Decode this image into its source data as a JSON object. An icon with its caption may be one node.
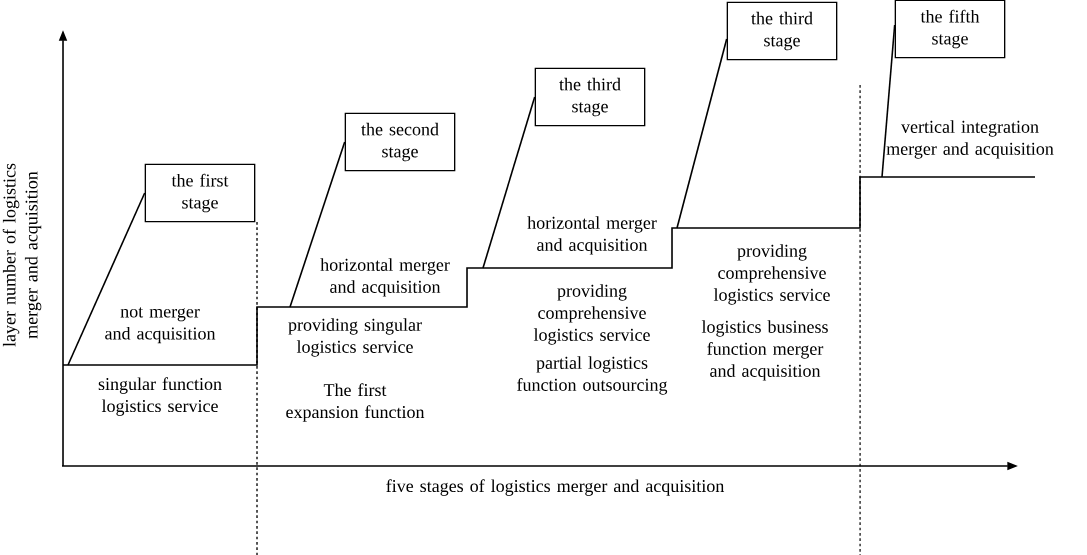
{
  "diagram": {
    "nodes": [
      {
        "text": [
          "the first stage"
        ]
      },
      {
        "text": [
          "the second stage"
        ]
      },
      {
        "text": [
          "the third stage"
        ]
      },
      {
        "text": [
          "the third stage"
        ]
      },
      {
        "text": [
          "the fifth stage"
        ]
      }
    ],
    "edges": [
      {
        "from": 0,
        "to": null,
        "arrow": "none"
      },
      {
        "from": 1,
        "to": null,
        "arrow": "none"
      },
      {
        "from": 2,
        "to": null,
        "arrow": "none"
      },
      {
        "from": 3,
        "to": null,
        "arrow": "none"
      },
      {
        "from": 4,
        "to": null,
        "arrow": "none"
      }
    ],
    "labels": [
      "layer number of logistics merger and acquisition",
      "not merger and acquisition",
      "singular function logistics service",
      "horizontal merger and acquisition",
      "providing singular logistics service",
      "The first expansion function",
      "horizontal merger and acquisition",
      "providing comprehensive logistics service",
      "partial logistics function outsourcing",
      "providing comprehensive logistics service",
      "logistics business function merger and acquisition",
      "vertical integration merger and acquisition",
      "five stages of logistics merger and acquisition"
    ]
  }
}
